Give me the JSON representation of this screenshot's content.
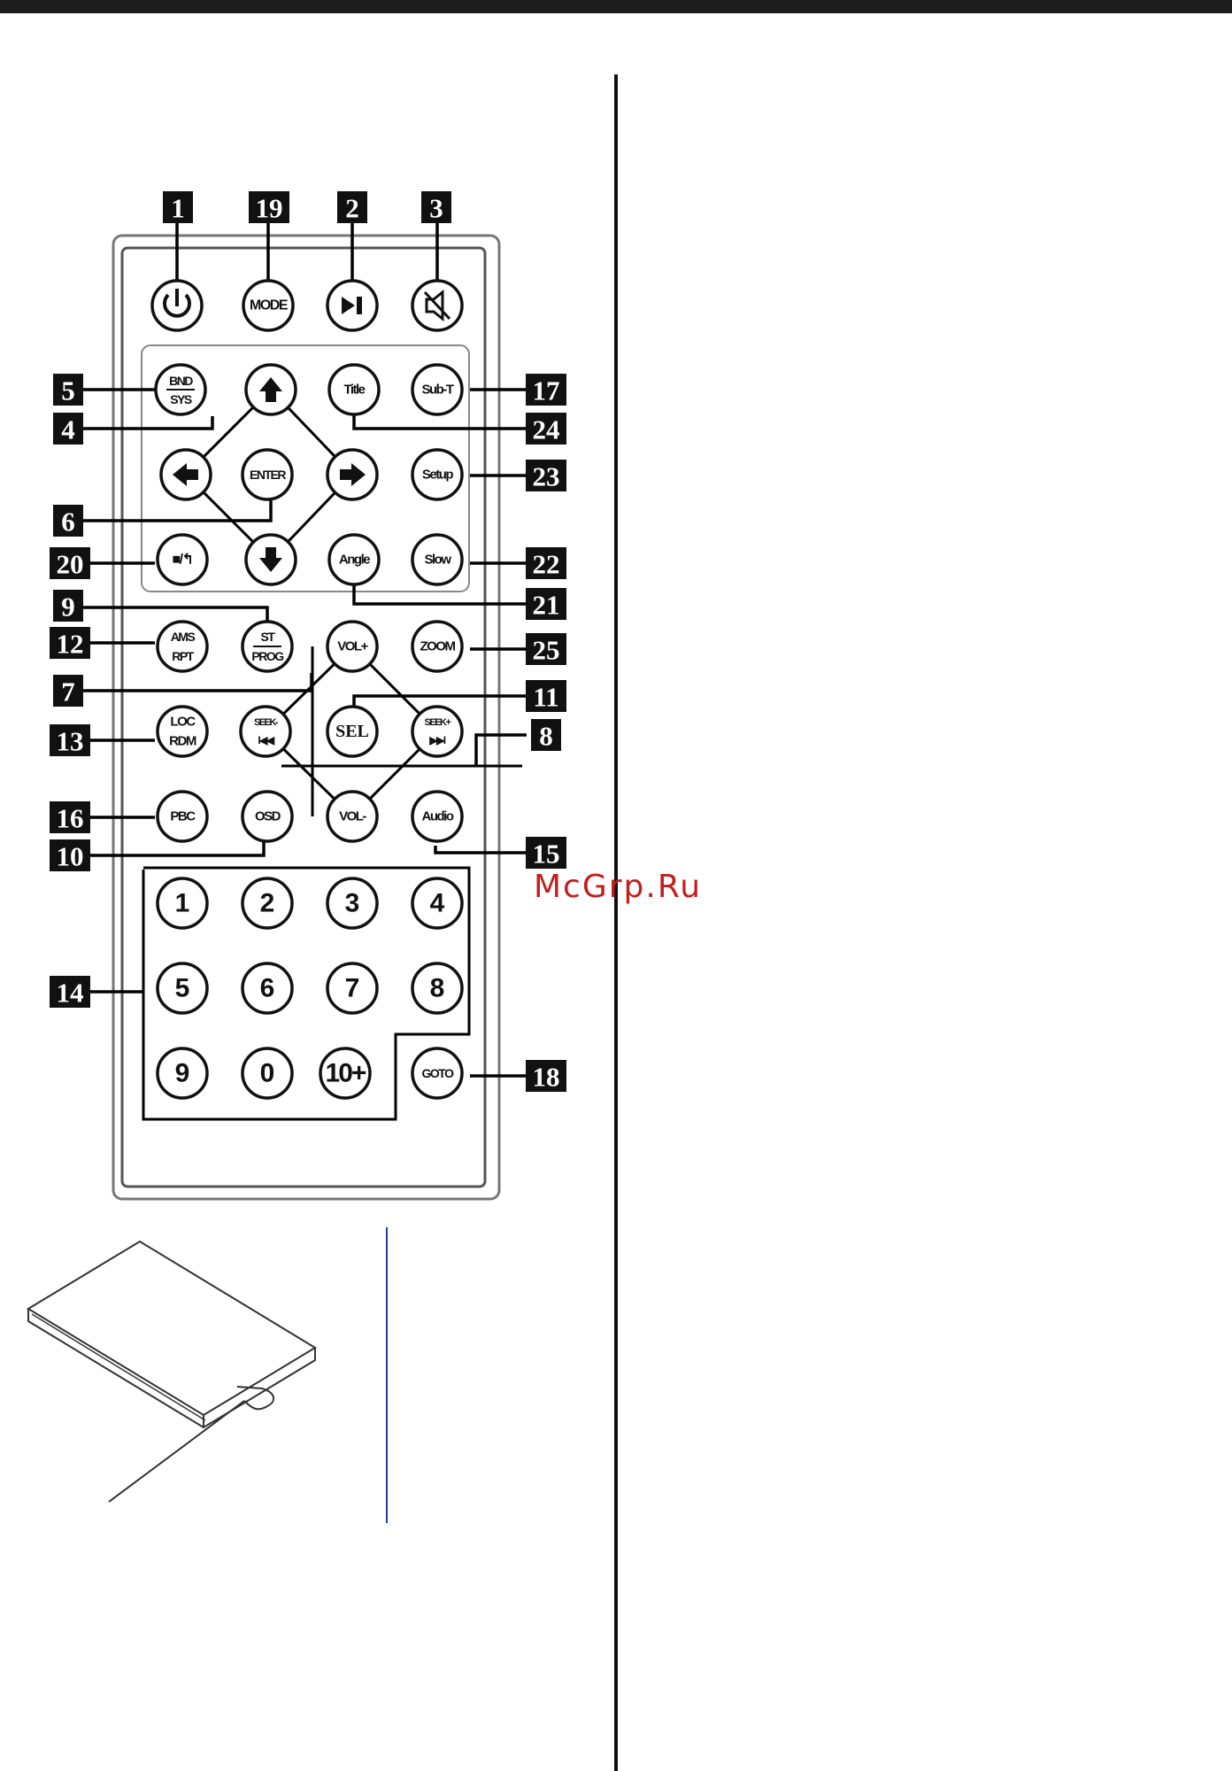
{
  "buttons": {
    "power": "",
    "mode": "MODE",
    "play_pause": "",
    "mute": "",
    "bnd_sys_top": "BND",
    "bnd_sys_bottom": "SYS",
    "title": "Title",
    "sub_t": "Sub-T",
    "enter": "ENTER",
    "setup": "Setup",
    "stop_return": "■/↰",
    "angle": "Angle",
    "slow": "Slow",
    "ams_top": "AMS",
    "ams_bottom": "RPT",
    "st_top": "ST",
    "st_bottom": "PROG",
    "vol_up": "VOL+",
    "zoom": "ZOOM",
    "sel": "SEL",
    "loc_top": "LOC",
    "loc_bottom": "RDM",
    "seek_minus_top": "SEEK-",
    "seek_minus_bottom": "I◀◀",
    "seek_plus_top": "SEEK+",
    "seek_plus_bottom": "▶▶I",
    "pbc": "PBC",
    "osd": "OSD",
    "vol_down": "VOL-",
    "audio": "Audio",
    "goto": "GOTO",
    "digits": [
      "1",
      "2",
      "3",
      "4",
      "5",
      "6",
      "7",
      "8",
      "9",
      "0",
      "10+"
    ]
  },
  "callouts": [
    "1",
    "19",
    "2",
    "3",
    "5",
    "17",
    "4",
    "24",
    "23",
    "6",
    "20",
    "22",
    "9",
    "21",
    "12",
    "25",
    "7",
    "11",
    "13",
    "8",
    "16",
    "15",
    "10",
    "14",
    "18"
  ],
  "watermark": "McGrp.Ru",
  "colors": {
    "watermark": "#c41e1e",
    "badge": "#111111",
    "topbar": "#1d1d1d",
    "divider_blue": "#2b3a8c"
  }
}
